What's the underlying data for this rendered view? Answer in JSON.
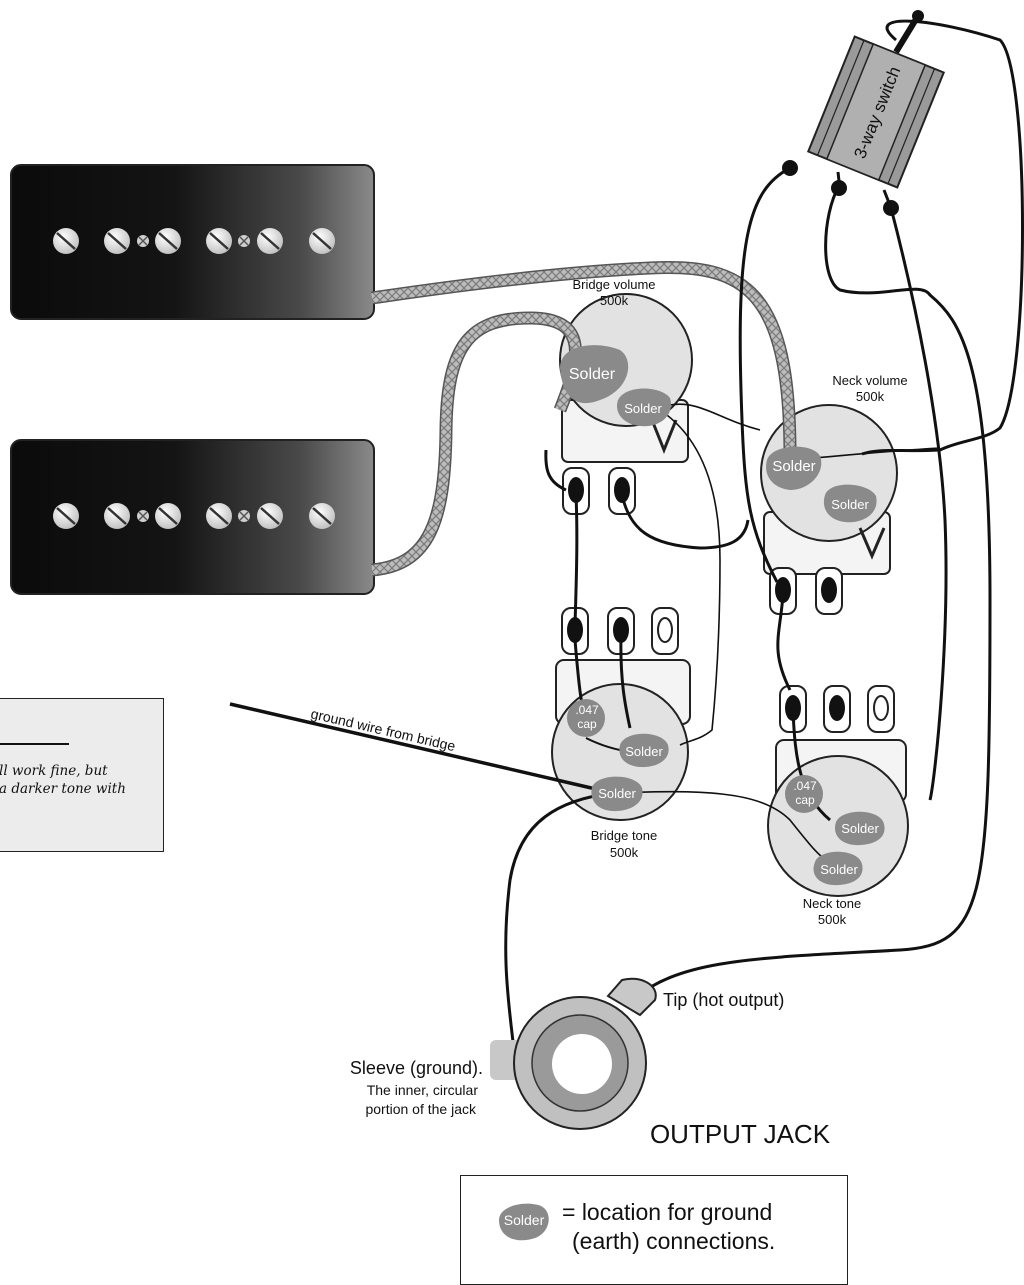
{
  "switch": {
    "label": "3-way switch"
  },
  "pots": {
    "bridge_volume": {
      "name": "Bridge volume",
      "value": "500k"
    },
    "neck_volume": {
      "name": "Neck volume",
      "value": "500k"
    },
    "bridge_tone": {
      "name": "Bridge tone",
      "value": "500k"
    },
    "neck_tone": {
      "name": "Neck tone",
      "value": "500k"
    }
  },
  "solder_label": "Solder",
  "cap": {
    "line1": ".047",
    "line2": "cap"
  },
  "ground_wire_label": "ground wire from bridge",
  "jack": {
    "tip_label": "Tip (hot output)",
    "sleeve_label": "Sleeve (ground).",
    "sleeve_note_1": "The inner, circular",
    "sleeve_note_2": "portion of the jack",
    "title": "OUTPUT JACK"
  },
  "note": {
    "line1": "ll work fine, but",
    "line2": "a darker tone with"
  },
  "legend": {
    "blob_label": "Solder",
    "text_line1": "= location for ground",
    "text_line2": "(earth) connections."
  },
  "colors": {
    "solder_blob": "#8a8a8a",
    "pot_body": "#e2e2e2",
    "switch_body": "#9a9a9a",
    "braid": "#b8b8b8",
    "pickup_cover": "#111111"
  }
}
